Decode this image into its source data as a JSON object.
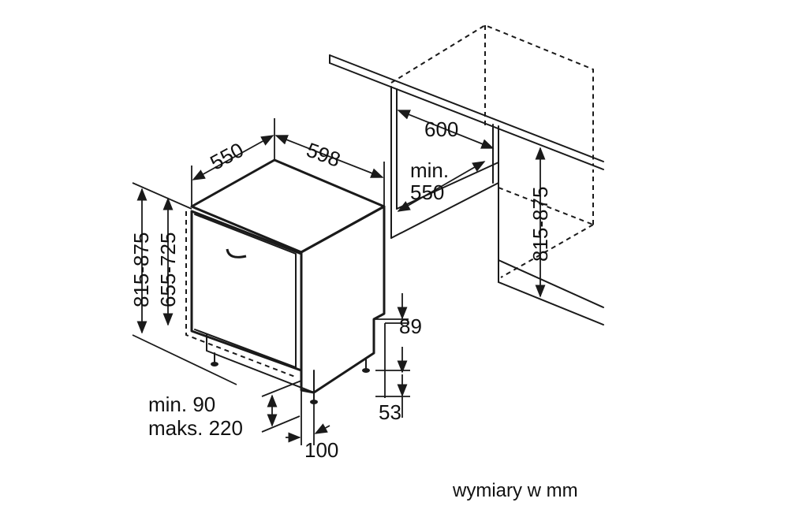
{
  "dimensions": {
    "depth": "550",
    "width": "598",
    "total_height": "815-875",
    "front_height": "655-725",
    "niche_width": "600",
    "niche_depth_line1": "min.",
    "niche_depth_line2": "550",
    "niche_height": "815-875",
    "plinth_height": "89",
    "foot_height": "53",
    "plinth_gap_line1": "min. 90",
    "plinth_gap_line2": "maks. 220",
    "plinth_offset": "100"
  },
  "footer_note": "wymiary w mm"
}
